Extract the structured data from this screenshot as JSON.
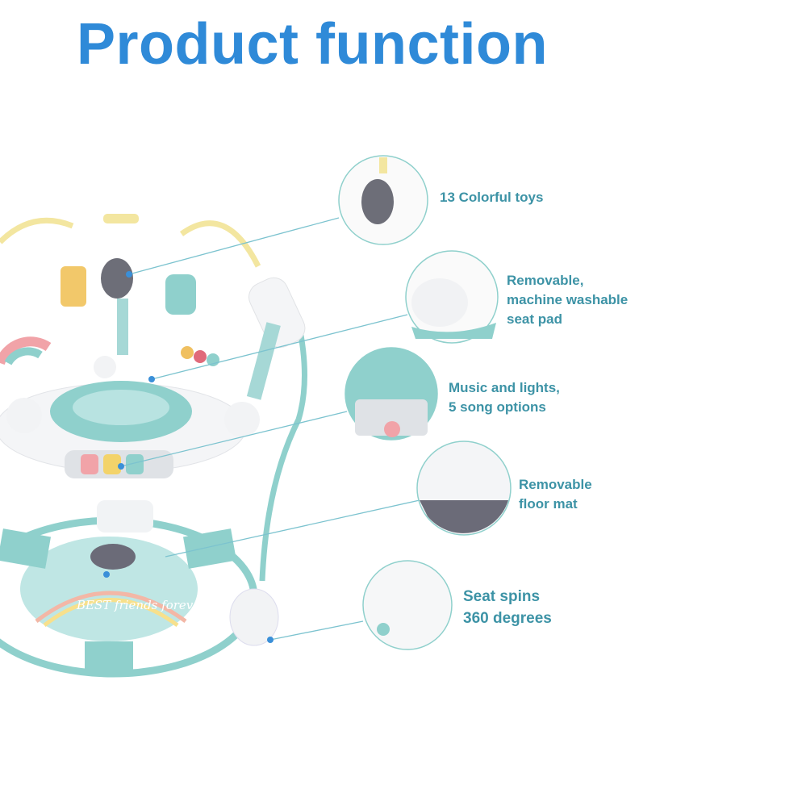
{
  "title": "Product function",
  "features": [
    {
      "label": "13 Colorful toys"
    },
    {
      "label": "Removable,\nmachine washable\nseat pad"
    },
    {
      "label": "Music and lights,\n5 song options"
    },
    {
      "label": "Removable\nfloor mat"
    },
    {
      "label": "Seat spins\n360 degrees"
    }
  ],
  "mat_text": "BEST friends forever",
  "colors": {
    "title": "#2f8ad8",
    "text": "#3d93a6",
    "teal": "#8fd0cc",
    "line": "#7cc3cf"
  }
}
